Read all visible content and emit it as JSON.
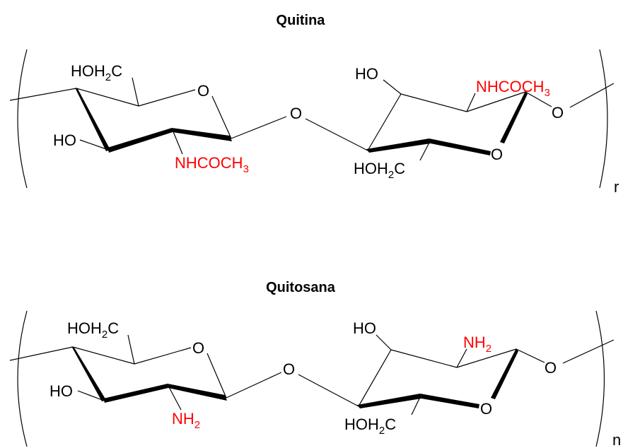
{
  "top": {
    "title": "Quitina",
    "ring1": {
      "c6_group": "HOH",
      "c6_sub": "2",
      "c6_tail": "C",
      "ring_o": "O",
      "c3_ho": "HO",
      "c2_group": "NHCOCH",
      "c2_sub": "3"
    },
    "glycosidic_o": "O",
    "ring2": {
      "c3_ho": "HO",
      "c2_group": "NHCOCH",
      "c2_sub": "3",
      "c1_o": "O",
      "ring_o": "O",
      "c6_group": "HOH",
      "c6_sub": "2",
      "c6_tail": "C"
    },
    "repeat_index": "r"
  },
  "bottom": {
    "title": "Quitosana",
    "ring1": {
      "c6_group": "HOH",
      "c6_sub": "2",
      "c6_tail": "C",
      "ring_o": "O",
      "c3_ho": "HO",
      "c2_group": "NH",
      "c2_sub": "2"
    },
    "glycosidic_o": "O",
    "ring2": {
      "c3_ho": "HO",
      "c2_group": "NH",
      "c2_sub": "2",
      "c1_o": "O",
      "ring_o": "O",
      "c6_group": "HOH",
      "c6_sub": "2",
      "c6_tail": "C"
    },
    "repeat_index": "n"
  },
  "colors": {
    "highlight": "#ff0000",
    "structure": "#000000"
  }
}
